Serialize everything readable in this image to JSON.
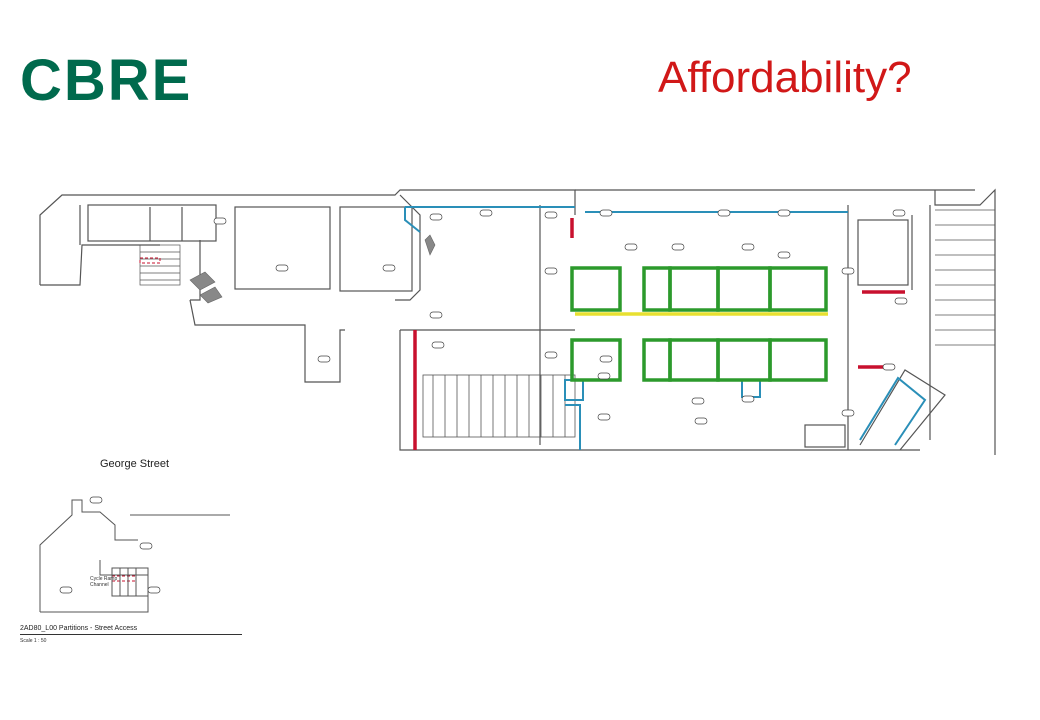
{
  "header": {
    "logo_text": "CBRE",
    "title": "Affordability?"
  },
  "colors": {
    "brand_green": "#006a4d",
    "title_red": "#d11818",
    "wall_line": "#555555",
    "partition_blue": "#2a8fb8",
    "partition_green": "#2c9a2c",
    "partition_red": "#c8102e",
    "corridor_yellow": "#e8e030"
  },
  "plan": {
    "street_label": "George Street",
    "sheet_title": "2AD80_L00 Partitions - Street Access",
    "scale_text": "Scale 1 : 50",
    "cycle_label": "Cycle Ramp Channel"
  }
}
